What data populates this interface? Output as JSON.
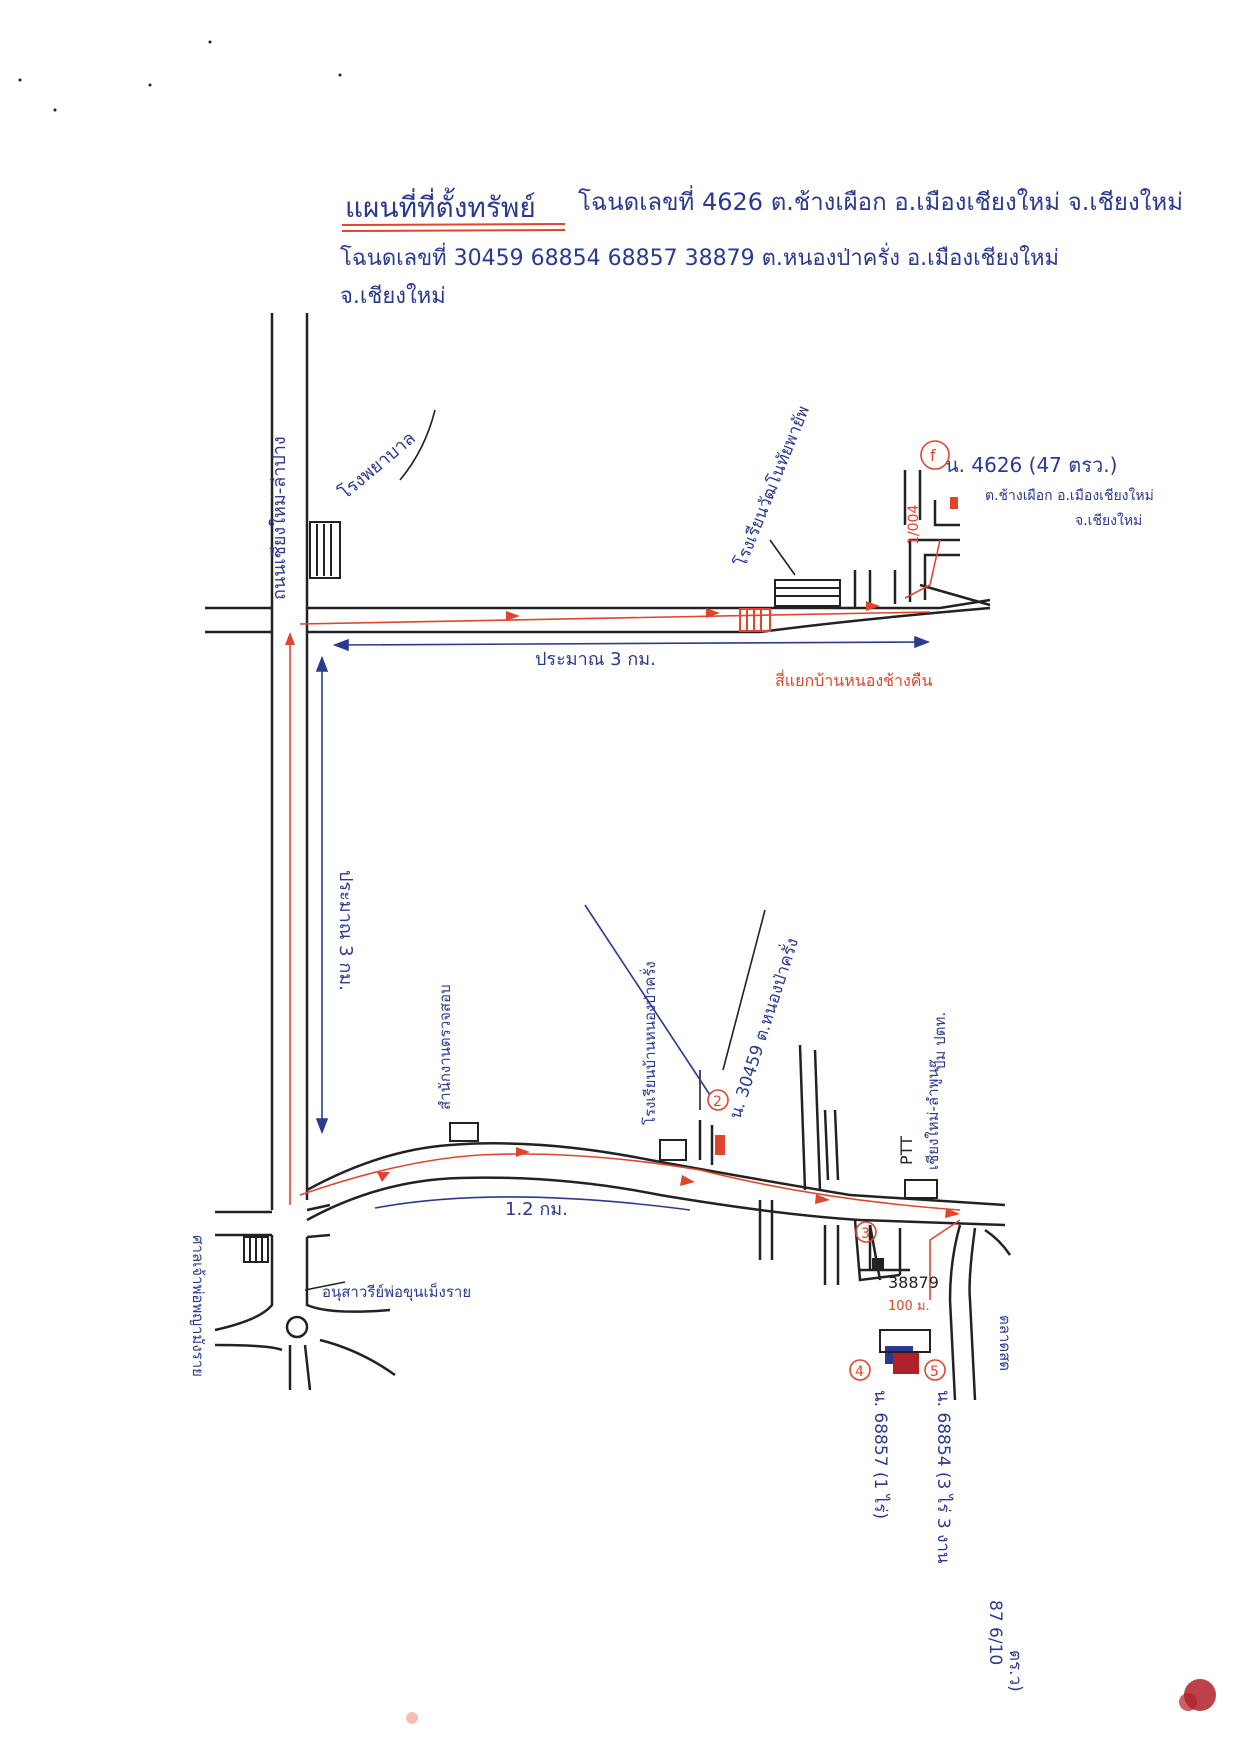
{
  "colors": {
    "ink_blue": "#2b3a8f",
    "ink_red": "#e0452f",
    "ink_black": "#222222",
    "paper": "#ffffff",
    "stain": "#b0202a"
  },
  "header": {
    "line1_title": "แผนที่ที่ตั้งทรัพย์",
    "line1_rest": "โฉนดเลขที่ 4626 ต.ช้างเผือก อ.เมืองเชียงใหม่ จ.เชียงใหม่",
    "line2": "โฉนดเลขที่ 30459 68854 68857 38879 ต.หนองป่าครั่ง อ.เมืองเชียงใหม่",
    "line3": "จ.เชียงใหม่"
  },
  "labels": {
    "north_road": "ถนนเชียงใหม่-ลำปาง",
    "hospital": "โรงพยาบาล",
    "school": "โรงเรียนวัฒโนทัยพายัพ",
    "junction_upper": "สี่แยกบ้านหนองช้างคืน",
    "distance_upper": "ประมาณ 3 กม.",
    "distance_vertical": "ประมาณ 3 กม.",
    "office": "สำนักงานตรวจสอบ",
    "school2": "โรงเรียนบ้านหนองป่าครั่ง",
    "parcel_2": "น. 30459 ต.หนองป่าครั่ง",
    "distance_lower": "1.2 กม.",
    "ptt": "PTT",
    "road_right": "เชียงใหม่-ลำพูน",
    "gas_station": "ปั๊ม ปตท.",
    "shrine": "ศาลเจ้าพ่อพญามังราย",
    "monument": "อนุสาวรีย์พ่อขุนเม็งราย",
    "market": "ตลาดสด",
    "parcel_1": "น. 4626 (47 ตรว.)",
    "parcel_1_loc": "ต.ช้างเผือก อ.เมืองเชียงใหม่",
    "parcel_1_prov": "จ.เชียงใหม่",
    "parcel_1_num": "1/004",
    "parcel_3_code": "38879",
    "parcel_3_note": "100 ม.",
    "parcel_4": "น. 68857 (1 ไร่)",
    "parcel_5": "น. 68854 (3 ไร่ 3 งาน",
    "parcel_5_area": "87 6/10",
    "parcel_5_close": "ตร.ว)",
    "marker_f": "f",
    "marker_2": "2",
    "marker_3": "3",
    "marker_4": "4",
    "marker_5": "5"
  }
}
